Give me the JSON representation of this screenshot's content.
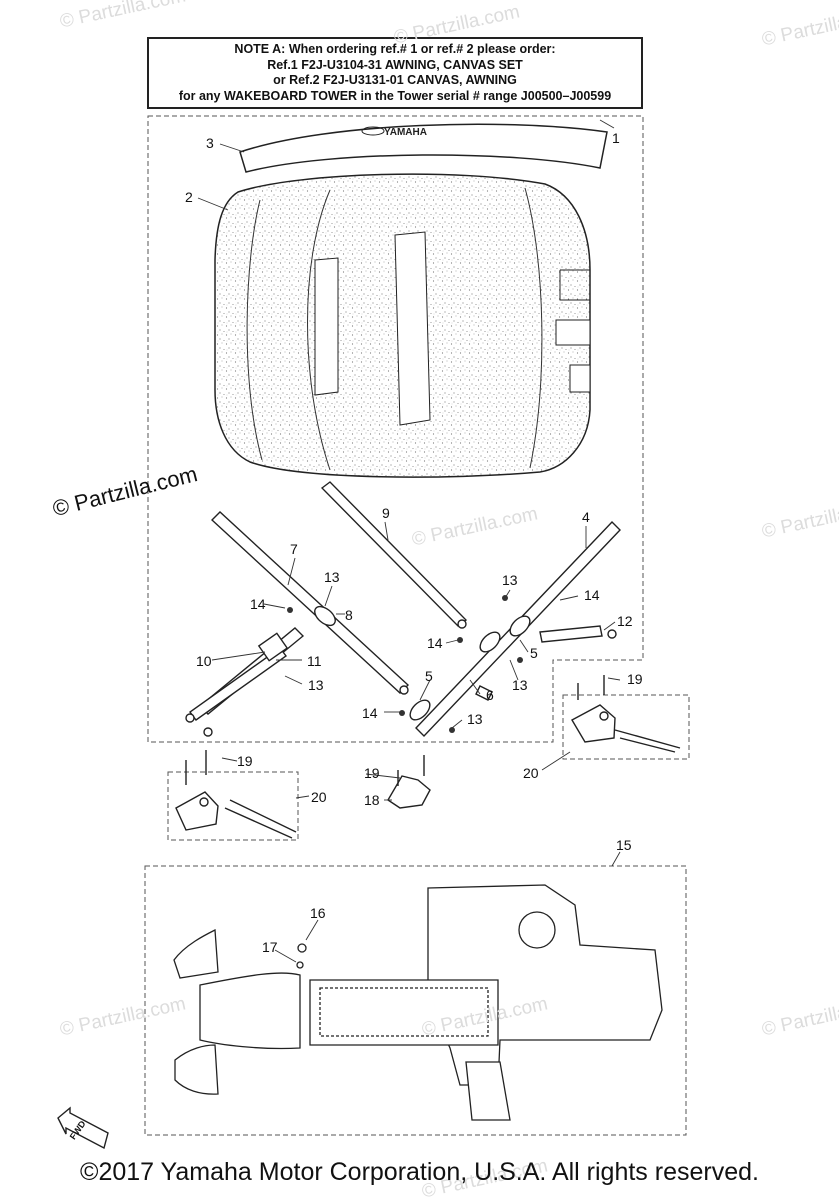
{
  "note": {
    "line1": "NOTE A: When ordering ref.# 1 or ref.# 2 please order:",
    "line2": "Ref.1  F2J-U3104-31 AWNING, CANVAS SET",
    "line3": "or   Ref.2  F2J-U3131-01 CANVAS, AWNING",
    "line4": "for any WAKEBOARD TOWER in the Tower serial # range J00500–J00599"
  },
  "watermark": "© Partzilla.com",
  "watermark_main": "© Partzilla.com",
  "brand_label": "YAMAHA",
  "fwd_label": "FWD",
  "callouts": {
    "c1": "1",
    "c2": "2",
    "c3": "3",
    "c4": "4",
    "c5a": "5",
    "c5b": "5",
    "c6": "6",
    "c7": "7",
    "c8": "8",
    "c9": "9",
    "c10": "10",
    "c11": "11",
    "c12": "12",
    "c13a": "13",
    "c13b": "13",
    "c13c": "13",
    "c13d": "13",
    "c13e": "13",
    "c14a": "14",
    "c14b": "14",
    "c14c": "14",
    "c14d": "14",
    "c15": "15",
    "c16": "16",
    "c17": "17",
    "c18": "18",
    "c19a": "19",
    "c19b": "19",
    "c19c": "19",
    "c20a": "20",
    "c20b": "20"
  },
  "copyright": "©2017  Yamaha Motor Corporation, U.S.A. All rights reserved."
}
